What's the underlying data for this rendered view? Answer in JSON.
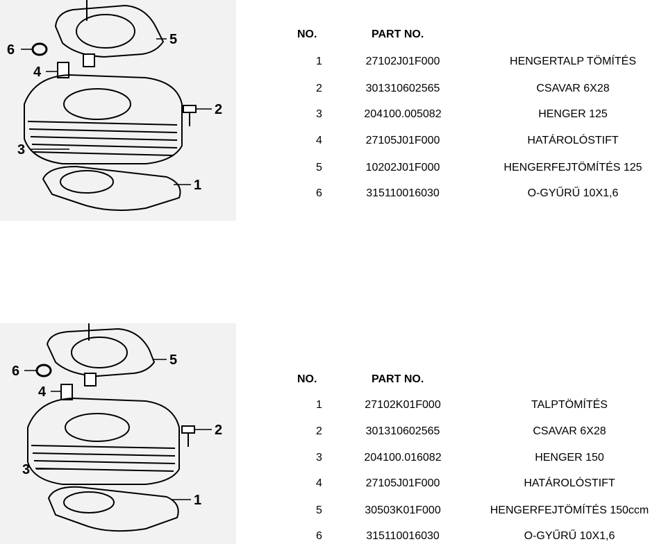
{
  "tables": [
    {
      "header_no": "NO.",
      "header_part": "PART NO.",
      "rows": [
        {
          "no": "1",
          "part": "27102J01F000",
          "desc": "HENGERTALP TÖMÍTÉS"
        },
        {
          "no": "2",
          "part": "301310602565",
          "desc": "CSAVAR 6X28"
        },
        {
          "no": "3",
          "part": "204100.005082",
          "desc": "HENGER 125"
        },
        {
          "no": "4",
          "part": "27105J01F000",
          "desc": "HATÁROLÓSTIFT"
        },
        {
          "no": "5",
          "part": "10202J01F000",
          "desc": "HENGERFEJTÖMÍTÉS 125"
        },
        {
          "no": "6",
          "part": "315110016030",
          "desc": "O-GYŰRŰ 10X1,6"
        }
      ]
    },
    {
      "header_no": "NO.",
      "header_part": "PART NO.",
      "rows": [
        {
          "no": "1",
          "part": "27102K01F000",
          "desc": "TALPTÖMÍTÉS"
        },
        {
          "no": "2",
          "part": "301310602565",
          "desc": "CSAVAR 6X28"
        },
        {
          "no": "3",
          "part": "204100.016082",
          "desc": "HENGER 150"
        },
        {
          "no": "4",
          "part": "27105J01F000",
          "desc": "HATÁROLÓSTIFT"
        },
        {
          "no": "5",
          "part": "30503K01F000",
          "desc": "HENGERFEJTÖMÍTÉS 150ccm"
        },
        {
          "no": "6",
          "part": "315110016030",
          "desc": "O-GYŰRŰ 10X1,6"
        }
      ]
    }
  ],
  "diagram_callouts": [
    "1",
    "2",
    "3",
    "4",
    "5",
    "6"
  ]
}
